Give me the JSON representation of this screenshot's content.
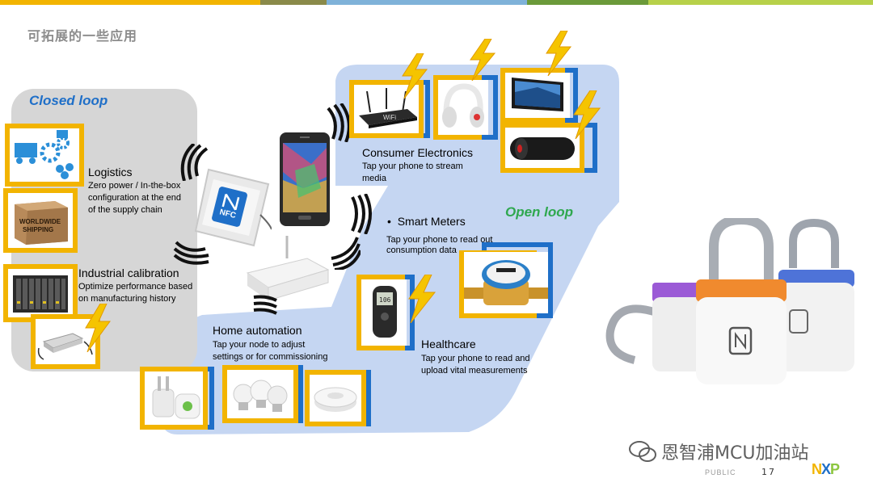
{
  "slide": {
    "title": "可拓展的一些应用"
  },
  "topbar": {
    "colors": [
      "#f2b400",
      "#8a8a4a",
      "#7fb2d9",
      "#6b9a3a",
      "#b7d14a"
    ]
  },
  "loops": {
    "closed": "Closed loop",
    "open": "Open loop"
  },
  "colors": {
    "closed_loop": "#1f6fc8",
    "open_loop": "#2fa84f",
    "tile_yellow": "#f2b400",
    "tile_blue": "#1f6fc8",
    "panel_grey": "#d6d6d6",
    "panel_blue": "#c5d6f2"
  },
  "applications": {
    "logistics": {
      "title": "Logistics",
      "desc_1": "Zero power / In-the-box",
      "desc_2": "configuration at the end",
      "desc_3": "of the supply chain"
    },
    "industrial": {
      "title": "Industrial calibration",
      "desc_1": "Optimize performance based",
      "desc_2": "on manufacturing history"
    },
    "home": {
      "title": "Home automation",
      "desc_1": "Tap your node to adjust",
      "desc_2": "settings or for commissioning"
    },
    "consumer": {
      "title": "Consumer Electronics",
      "desc_1": "Tap your phone to stream",
      "desc_2": "media"
    },
    "meters": {
      "bullet": "•",
      "title": "Smart Meters",
      "desc_1": "Tap your phone to read out",
      "desc_2": "consumption data"
    },
    "health": {
      "title": "Healthcare",
      "desc_1": "Tap your phone to read and",
      "desc_2": "upload vital measurements"
    }
  },
  "devices": {
    "reader_label": "NFC",
    "ap_box_label": "WiFi",
    "shipping_box_1": "WORLDWIDE",
    "shipping_box_2": "SHIPPING",
    "meter_display": "106"
  },
  "icons": [
    "lightning-bolt-icon",
    "nfc-tag-icon",
    "wireless-waves-icon",
    "padlock-icon"
  ],
  "footer": {
    "classification": "PUBLIC",
    "page": "17",
    "watermark": "恩智浦MCU加油站",
    "logo_n": "N",
    "logo_x": "X",
    "logo_p": "P"
  }
}
